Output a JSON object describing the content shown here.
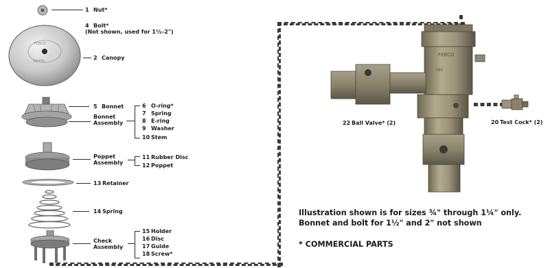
{
  "parts": {
    "nut": {
      "num": "1",
      "name": "Nut*"
    },
    "bolt": {
      "num": "4",
      "name": "Bolt*",
      "note": "(Not shown, used for 1½–2\")"
    },
    "canopy": {
      "num": "2",
      "name": "Canopy"
    },
    "bonnet": {
      "num": "5",
      "name": "Bonnet"
    },
    "bonnet_assembly": {
      "name_line1": "Bonnet",
      "name_line2": "Assembly"
    },
    "oring": {
      "num": "6",
      "name": "O-ring*"
    },
    "spring7": {
      "num": "7",
      "name": "Spring"
    },
    "ering": {
      "num": "8",
      "name": "E-ring"
    },
    "washer": {
      "num": "9",
      "name": "Washer"
    },
    "stem": {
      "num": "10",
      "name": "Stem"
    },
    "poppet_assembly": {
      "name_line1": "Poppet",
      "name_line2": "Assembly"
    },
    "rubber_disc": {
      "num": "11",
      "name": "Rubber Disc"
    },
    "poppet": {
      "num": "12",
      "name": "Poppet"
    },
    "retainer": {
      "num": "13",
      "name": "Retainer"
    },
    "spring14": {
      "num": "14",
      "name": "Spring"
    },
    "check_assembly": {
      "name_line1": "Check",
      "name_line2": "Assembly"
    },
    "holder": {
      "num": "15",
      "name": "Holder"
    },
    "disc": {
      "num": "16",
      "name": "Disc"
    },
    "guide": {
      "num": "17",
      "name": "Guide"
    },
    "screw": {
      "num": "18",
      "name": "Screw*"
    },
    "ball_valve": {
      "num": "22",
      "name": "Ball Valve* (2)"
    },
    "test_cock": {
      "num": "20",
      "name": "Test Cock* (2)"
    }
  },
  "caption": {
    "line1": "Illustration shown is for sizes ¾\" through 1¼\" only.",
    "line2": "Bonnet and bolt for 1½\" and 2\" not shown",
    "commercial": "* COMMERCIAL PARTS"
  },
  "colors": {
    "metal_light": "#d9d9d9",
    "metal_mid": "#a8a8a8",
    "metal_dark": "#6d6d6d",
    "bronze": "#9a9275",
    "bronze_dark": "#5f5a48"
  }
}
